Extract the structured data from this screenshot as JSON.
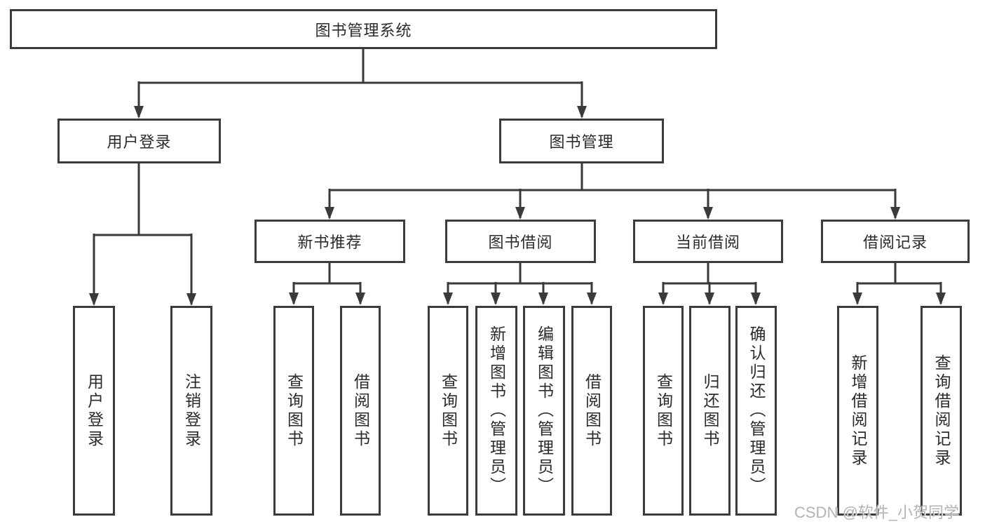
{
  "tree": {
    "root": "图书管理系统",
    "branches": [
      {
        "label": "用户登录",
        "children": [
          {
            "label": "用户登录"
          },
          {
            "label": "注销登录"
          }
        ]
      },
      {
        "label": "图书管理",
        "children": [
          {
            "label": "新书推荐",
            "children": [
              {
                "label": "查询图书"
              },
              {
                "label": "借阅图书"
              }
            ]
          },
          {
            "label": "图书借阅",
            "children": [
              {
                "label": "查询图书"
              },
              {
                "label": "新增图书（管理员）"
              },
              {
                "label": "编辑图书（管理员）"
              },
              {
                "label": "借阅图书"
              }
            ]
          },
          {
            "label": "当前借阅",
            "children": [
              {
                "label": "查询图书"
              },
              {
                "label": "归还图书"
              },
              {
                "label": "确认归还（管理员）"
              }
            ]
          },
          {
            "label": "借阅记录",
            "children": [
              {
                "label": "新增借阅记录"
              },
              {
                "label": "查询借阅记录"
              }
            ]
          }
        ]
      }
    ]
  },
  "watermark": "CSDN @软件_小贺同学",
  "colors": {
    "line": "#3a3a3a",
    "border": "#3b3b3b",
    "text": "#2b2b2b",
    "watermark": "#a8a8a8"
  }
}
